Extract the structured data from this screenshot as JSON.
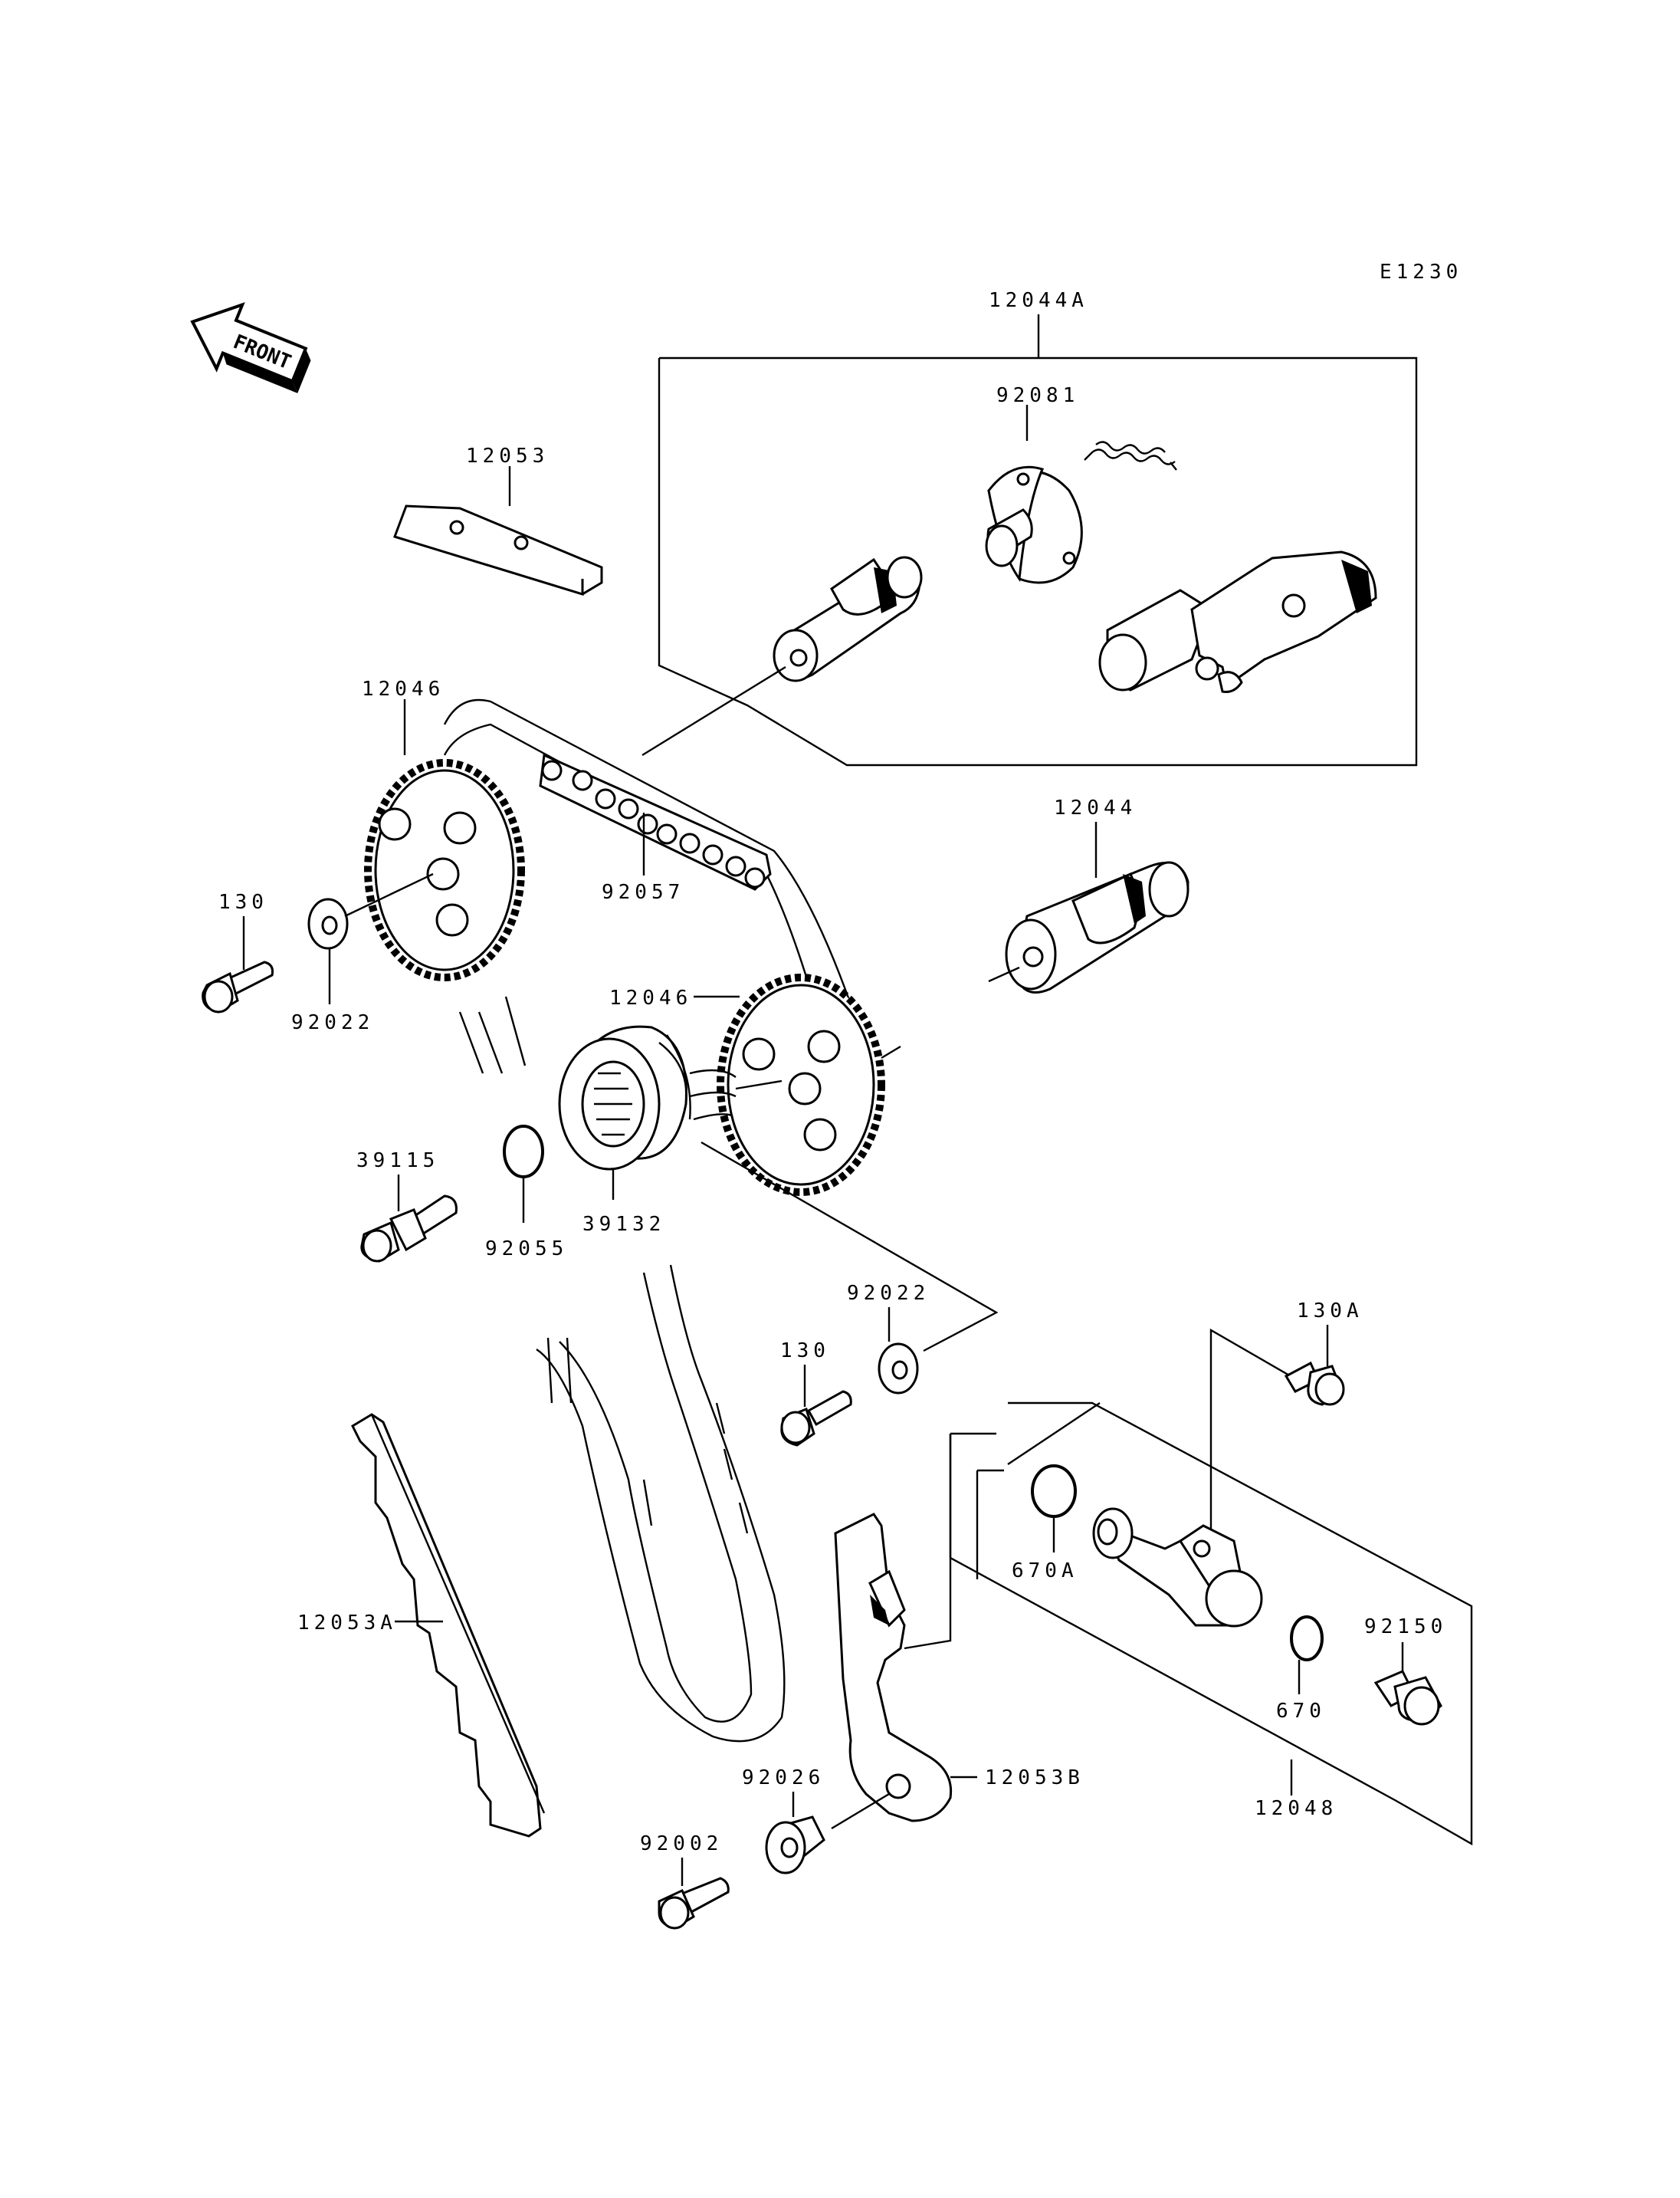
{
  "diagram_code": "E1230",
  "front_label": "FRONT",
  "labels": {
    "p12044A": "12044A",
    "p92081": "92081",
    "p12053": "12053",
    "p12046_upper": "12046",
    "p92057": "92057",
    "p12044": "12044",
    "p130_left": "130",
    "p92022_left": "92022",
    "p12046_lower": "12046",
    "p39115": "39115",
    "p92055": "92055",
    "p39132": "39132",
    "p92022_right": "92022",
    "p130_mid": "130",
    "p130A": "130A",
    "p670A": "670A",
    "p92150": "92150",
    "p670": "670",
    "p12048": "12048",
    "p12053A": "12053A",
    "p12053B": "12053B",
    "p92026": "92026",
    "p92002": "92002"
  }
}
